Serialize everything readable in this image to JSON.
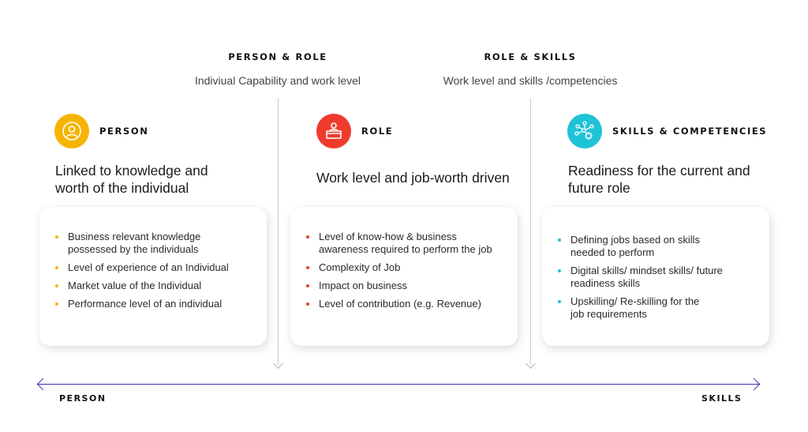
{
  "headers": [
    {
      "title": "PERSON & ROLE",
      "subtitle": "Indiviual Capability and work level"
    },
    {
      "title": "ROLE & SKILLS",
      "subtitle": "Work level and skills /competencies"
    }
  ],
  "columns": [
    {
      "label": "PERSON",
      "icon": "person-icon",
      "accent": "#f5b400",
      "title_lines": [
        "Linked to knowledge and",
        "worth of the individual"
      ],
      "items": [
        [
          "Business relevant knowledge",
          "possessed by the individuals"
        ],
        [
          "Level of experience of an Individual"
        ],
        [
          "Market value of the Individual"
        ],
        [
          "Performance level of an individual"
        ]
      ]
    },
    {
      "label": "ROLE",
      "icon": "role-desk-icon",
      "accent": "#ef3b2d",
      "title_lines": [
        "Work level and job-worth driven"
      ],
      "items": [
        [
          "Level of know-how & business",
          "awareness required to perform the job"
        ],
        [
          "Complexity of Job"
        ],
        [
          "Impact on business"
        ],
        [
          "Level of contribution (e.g. Revenue)"
        ]
      ]
    },
    {
      "label": "SKILLS & COMPETENCIES",
      "icon": "network-gear-icon",
      "accent": "#1fc3d6",
      "title_lines": [
        "Readiness for the current and",
        "future role"
      ],
      "items": [
        [
          "Defining jobs based on skills",
          "needed to perform"
        ],
        [
          "Digital skills/ mindset skills/ future",
          "readiness skills"
        ],
        [
          "Upskilling/ Re-skilling for the",
          "job requirements"
        ]
      ]
    }
  ],
  "axis": {
    "left_label": "PERSON",
    "right_label": "SKILLS",
    "color": "#3b2db8"
  }
}
